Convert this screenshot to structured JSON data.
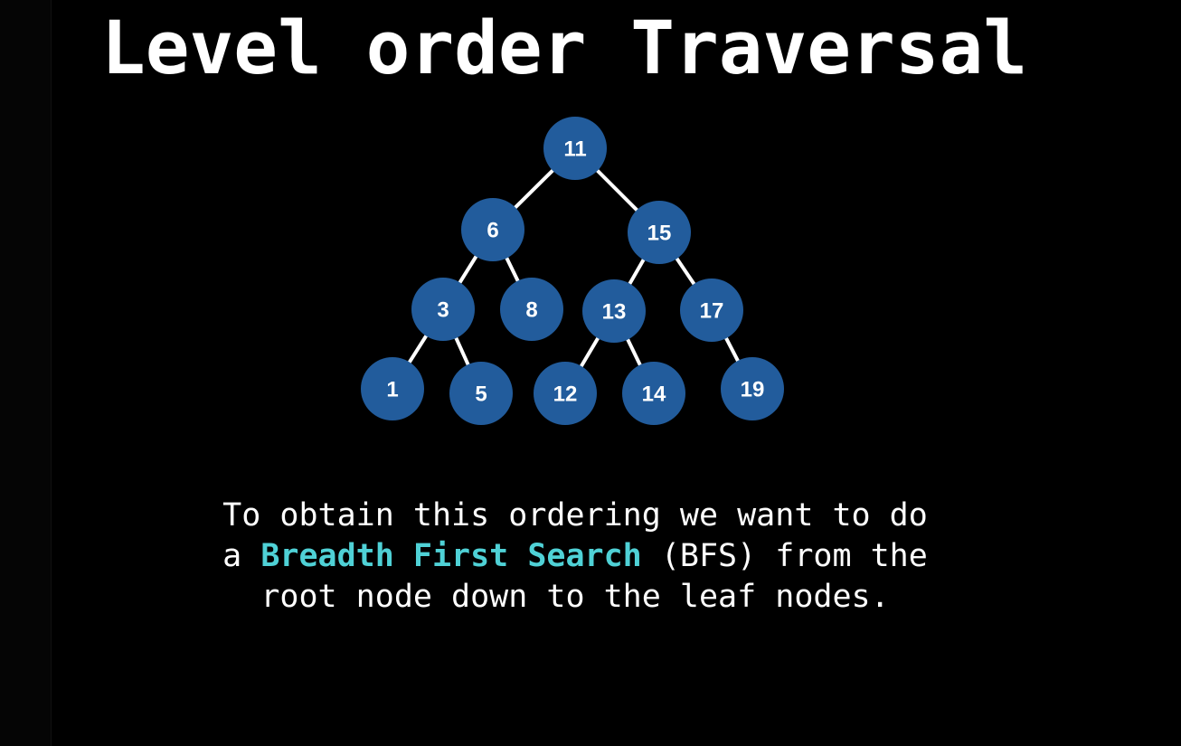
{
  "title": "Level order Traversal",
  "colors": {
    "background": "#000000",
    "node_fill": "#225c9c",
    "edge": "#ffffff",
    "text": "#ffffff",
    "highlight": "#4fd1d6"
  },
  "tree": {
    "nodes": [
      {
        "id": "n11",
        "label": "11"
      },
      {
        "id": "n6",
        "label": "6"
      },
      {
        "id": "n15",
        "label": "15"
      },
      {
        "id": "n3",
        "label": "3"
      },
      {
        "id": "n8",
        "label": "8"
      },
      {
        "id": "n13",
        "label": "13"
      },
      {
        "id": "n17",
        "label": "17"
      },
      {
        "id": "n1",
        "label": "1"
      },
      {
        "id": "n5",
        "label": "5"
      },
      {
        "id": "n12",
        "label": "12"
      },
      {
        "id": "n14",
        "label": "14"
      },
      {
        "id": "n19",
        "label": "19"
      }
    ],
    "edges": [
      {
        "from": "n11",
        "to": "n6"
      },
      {
        "from": "n11",
        "to": "n15"
      },
      {
        "from": "n6",
        "to": "n3"
      },
      {
        "from": "n6",
        "to": "n8"
      },
      {
        "from": "n15",
        "to": "n13"
      },
      {
        "from": "n15",
        "to": "n17"
      },
      {
        "from": "n3",
        "to": "n1"
      },
      {
        "from": "n3",
        "to": "n5"
      },
      {
        "from": "n13",
        "to": "n12"
      },
      {
        "from": "n13",
        "to": "n14"
      },
      {
        "from": "n17",
        "to": "n19"
      }
    ]
  },
  "caption": {
    "line1": "To obtain this ordering we want to do",
    "line2_prefix": "a ",
    "line2_highlight": "Breadth First Search",
    "line2_suffix": " (BFS) from the",
    "line3": "root node down to the leaf nodes."
  }
}
